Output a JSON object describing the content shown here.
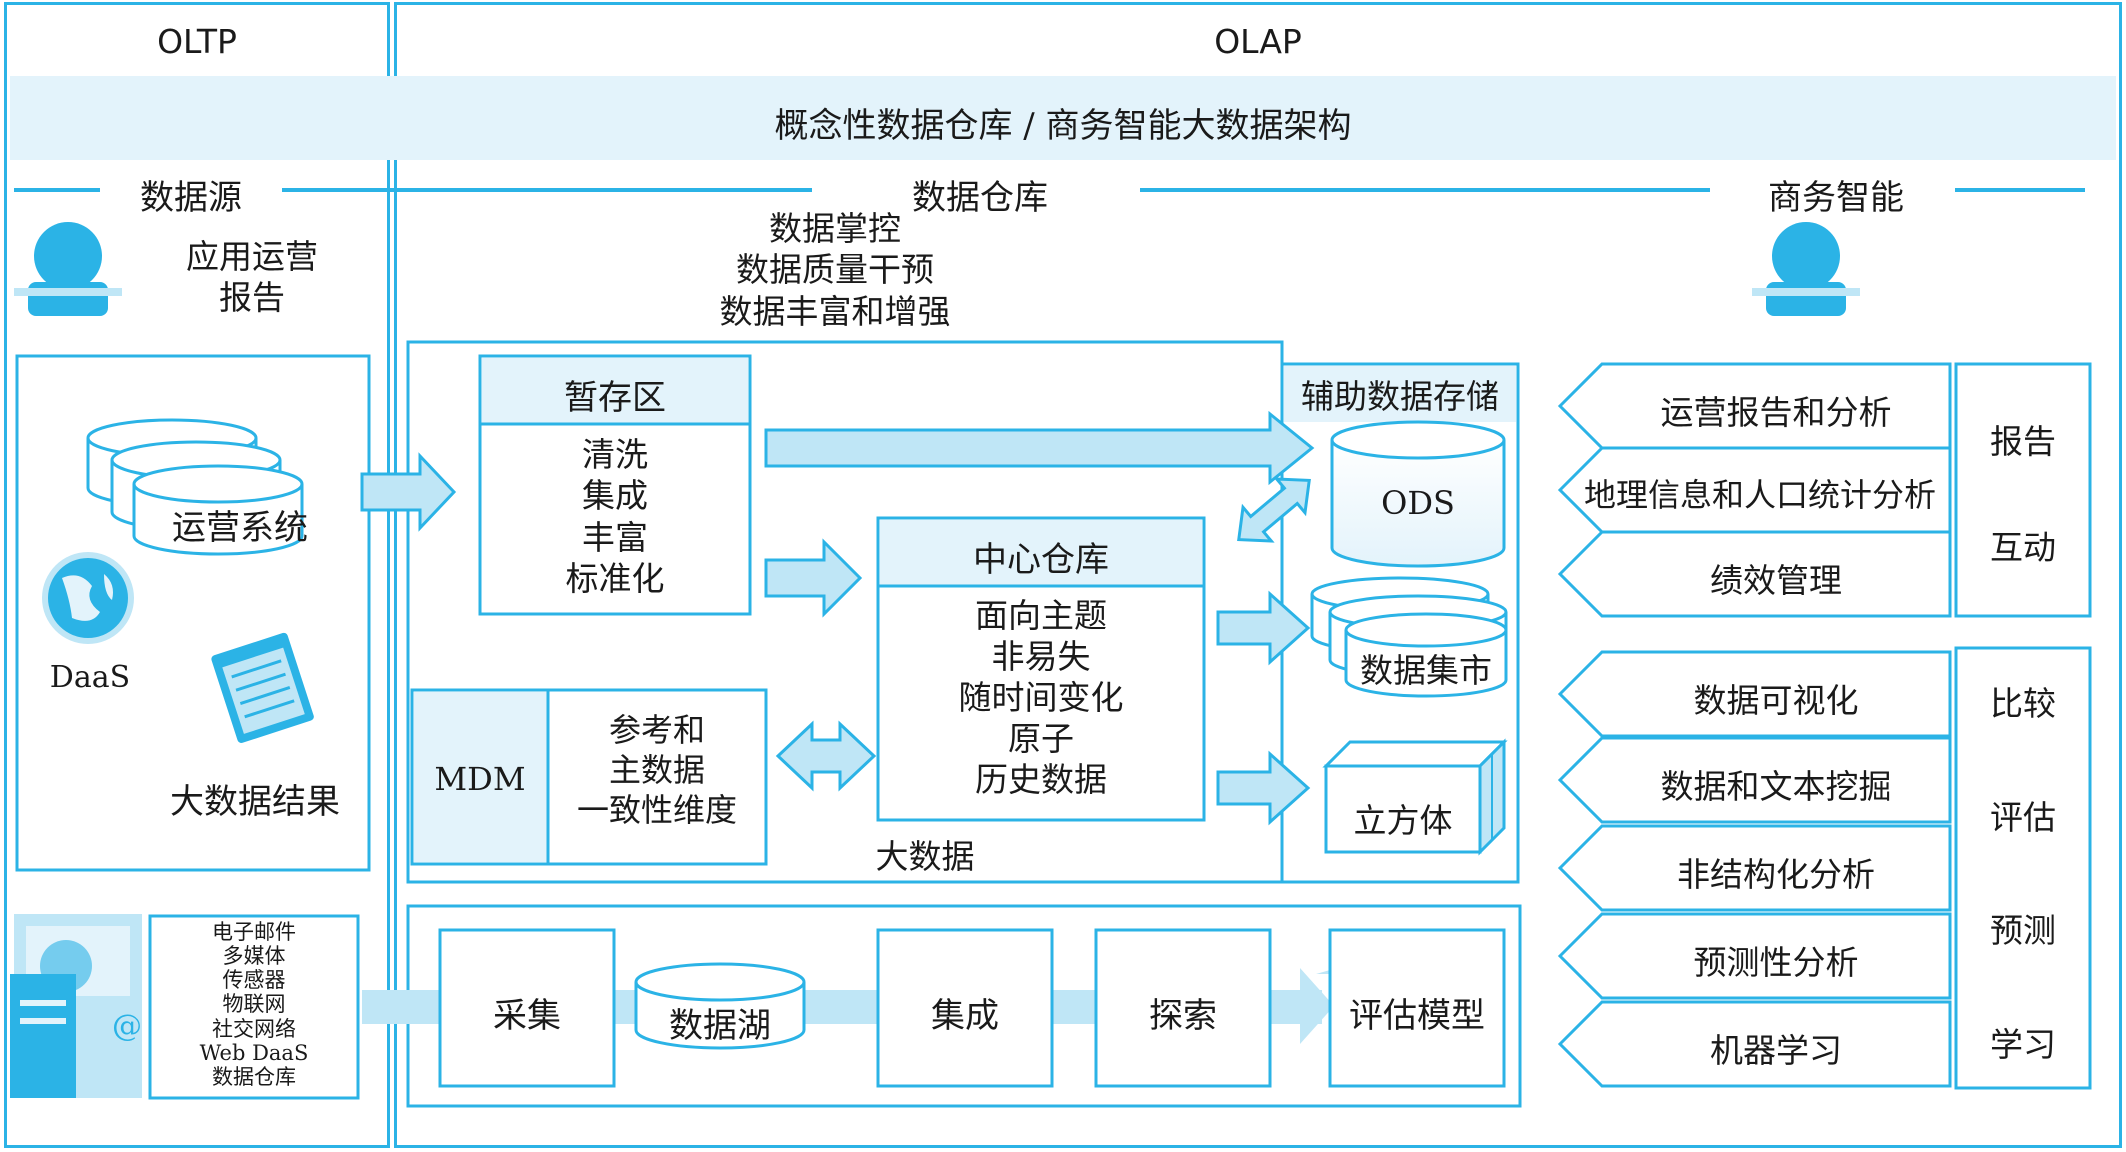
{
  "header": {
    "oltp": "OLTP",
    "olap": "OLAP",
    "banner": "概念性数据仓库 / 商务智能大数据架构"
  },
  "sections": {
    "datasource": "数据源",
    "warehouse": "数据仓库",
    "bi": "商务智能"
  },
  "datasource": {
    "app_report": "应用运营\n报告",
    "ops_system": "运营系统",
    "daas": "DaaS",
    "bigdata_results": "大数据结果",
    "sources_list": "电子邮件\n多媒体\n传感器\n物联网\n社交网络\nWeb DaaS\n数据仓库"
  },
  "warehouse": {
    "governance": "数据掌控\n数据质量干预\n数据丰富和增强",
    "staging_title": "暂存区",
    "staging_items": "清洗\n集成\n丰富\n标准化",
    "mdm": "MDM",
    "mdm_items": "参考和\n主数据\n一致性维度",
    "center_title": "中心仓库",
    "center_items": "面向主题\n非易失\n随时间变化\n原子\n历史数据",
    "bigdata": "大数据",
    "aux_storage": "辅助数据存储",
    "ods": "ODS",
    "datamart": "数据集市",
    "cube": "立方体",
    "pipeline": [
      "采集",
      "数据湖",
      "集成",
      "探索",
      "评估模型"
    ]
  },
  "bi": {
    "group1": [
      "运营报告和分析",
      "地理信息和人口统计分析",
      "绩效管理"
    ],
    "group1_label": "报告\n\n互动",
    "group2": [
      "数据可视化",
      "数据和文本挖掘",
      "非结构化分析",
      "预测性分析",
      "机器学习"
    ],
    "group2_label": "比较\n\n评估\n\n预测\n\n学习"
  },
  "colors": {
    "accent": "#2bb3e6",
    "light_fill": "#e3f3fb",
    "arrow_fill": "#bfe6f6"
  }
}
